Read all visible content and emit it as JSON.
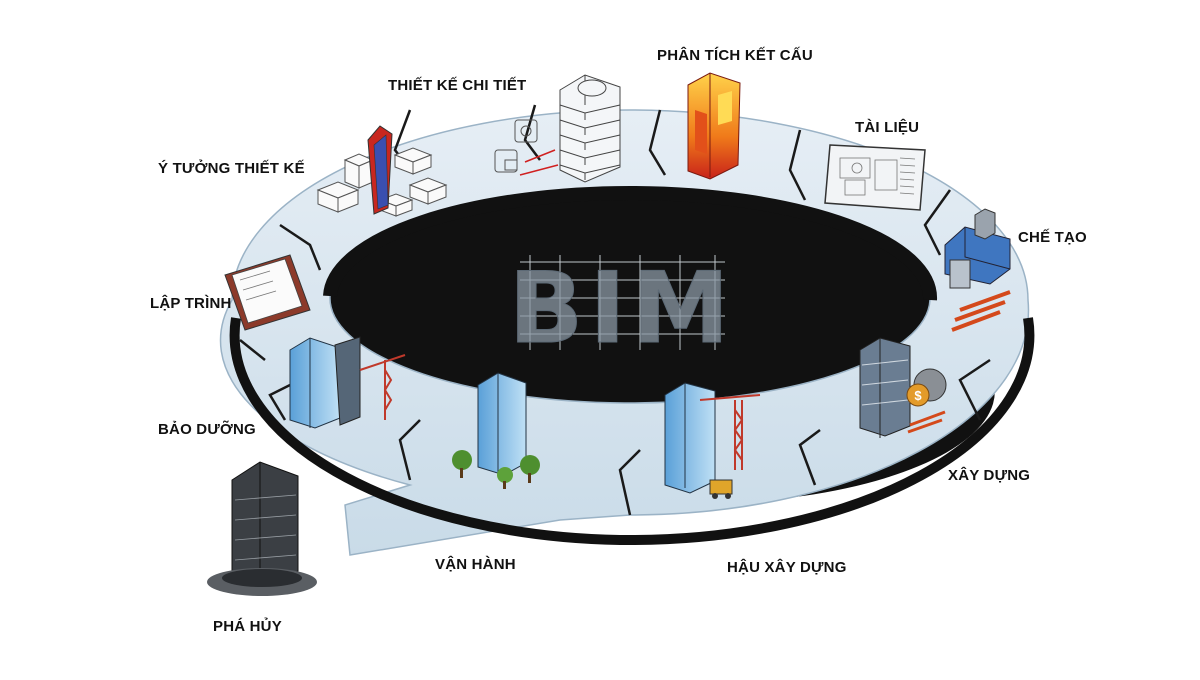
{
  "diagram": {
    "center_title": "BIM",
    "stages": [
      {
        "id": "y-tuong",
        "label": "Ý TƯỞNG THIẾT KẾ"
      },
      {
        "id": "thiet-ke",
        "label": "THIẾT KẾ CHI TIẾT"
      },
      {
        "id": "phan-tich",
        "label": "PHÂN TÍCH KẾT CẤU"
      },
      {
        "id": "tai-lieu",
        "label": "TÀI LIỆU"
      },
      {
        "id": "che-tao",
        "label": "CHẾ TẠO"
      },
      {
        "id": "xay-dung",
        "label": "XÂY DỰNG"
      },
      {
        "id": "hau-xay-dung",
        "label": "HẬU XÂY DỰNG"
      },
      {
        "id": "van-hanh",
        "label": "VẬN HÀNH"
      },
      {
        "id": "bao-duong",
        "label": "BẢO DƯỠNG"
      },
      {
        "id": "lap-trinh",
        "label": "LẬP TRÌNH"
      },
      {
        "id": "pha-huy",
        "label": "PHÁ HỦY"
      }
    ]
  },
  "colors": {
    "ring_top": "#d7e6f1",
    "ring_side": "#111111",
    "ring_edge": "#9bb3c6",
    "label": "#111111"
  }
}
